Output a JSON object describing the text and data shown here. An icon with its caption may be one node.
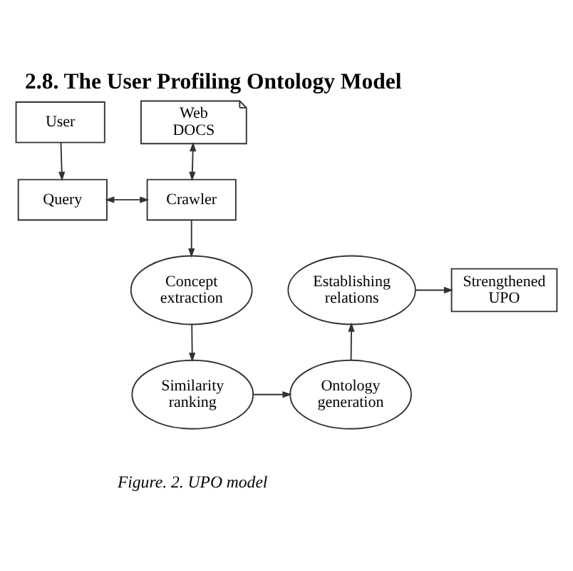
{
  "diagram": {
    "title": "2.8. The User Profiling Ontology Model",
    "caption": "Figure. 2. UPO model",
    "nodes": [
      {
        "text": [
          "User"
        ]
      },
      {
        "text": [
          "Web DOCS"
        ]
      },
      {
        "text": [
          "Query"
        ]
      },
      {
        "text": [
          "Crawler"
        ]
      },
      {
        "text": [
          "Concept extraction"
        ]
      },
      {
        "text": [
          "Establishing relations"
        ]
      },
      {
        "text": [
          "Strengthened UPO"
        ]
      },
      {
        "text": [
          "Similarity ranking"
        ]
      },
      {
        "text": [
          "Ontology generation"
        ]
      }
    ],
    "edges": [
      {
        "from": 0,
        "to": 2,
        "arrow": "to"
      },
      {
        "from": 1,
        "to": 3,
        "arrow": "both"
      },
      {
        "from": 2,
        "to": 3,
        "arrow": "both"
      },
      {
        "from": 3,
        "to": 4,
        "arrow": "to"
      },
      {
        "from": 4,
        "to": 7,
        "arrow": "to"
      },
      {
        "from": 7,
        "to": 8,
        "arrow": "to"
      },
      {
        "from": 8,
        "to": 5,
        "arrow": "to"
      },
      {
        "from": 5,
        "to": 6,
        "arrow": "to"
      }
    ]
  }
}
